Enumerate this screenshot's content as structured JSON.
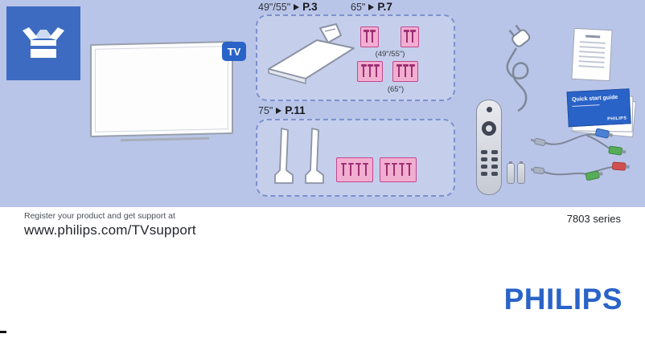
{
  "panel": {
    "tv_badge": "TV"
  },
  "boxes": {
    "stand_small": {
      "size_a": "49\"/55\"",
      "page_a": "P.3",
      "size_b": "65\"",
      "page_b": "P.7",
      "screws_a_label": "(49\"/55\")",
      "screws_b_label": "(65\")"
    },
    "stand_large": {
      "size": "75\"",
      "page": "P.11"
    }
  },
  "quick_start_guide": {
    "title": "Quick start guide",
    "brand": "PHILIPS"
  },
  "footer": {
    "register_line": "Register your product and get support at",
    "url": "www.philips.com/TVsupport",
    "series": "7803 series",
    "brand": "PHILIPS"
  },
  "colors": {
    "panel_bg": "#b9c5e8",
    "accent_blue": "#2a63c8",
    "tile_blue": "#3d6bc2",
    "pack_pink": "#f2aed0",
    "pack_border": "#c2478f"
  }
}
